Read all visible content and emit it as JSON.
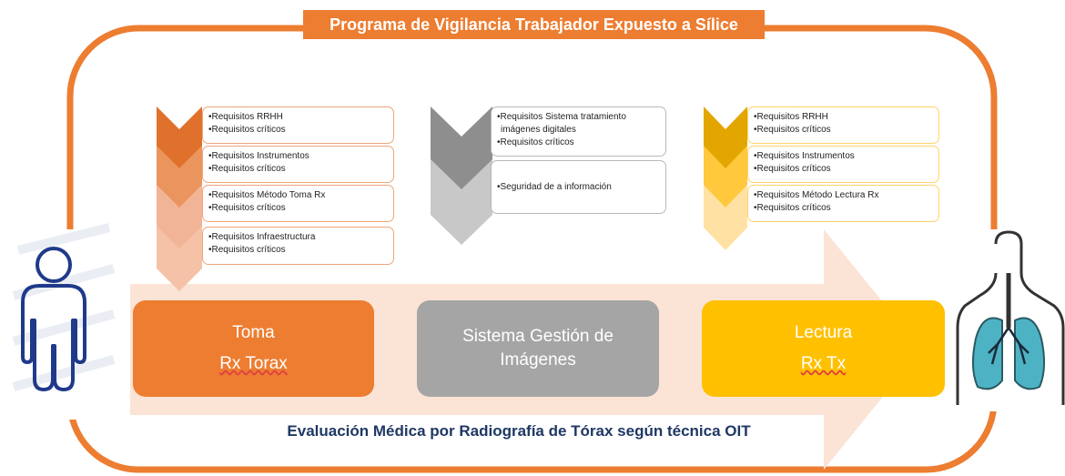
{
  "title": "Programa de Vigilancia Trabajador Expuesto a Sílice",
  "columns": [
    {
      "items": [
        {
          "line1": "•Requisitos RRHH",
          "line2": "•Requisitos críticos"
        },
        {
          "line1": "•Requisitos Instrumentos",
          "line2": "•Requisitos críticos"
        },
        {
          "line1": "•Requisitos Método Toma Rx",
          "line2": "•Requisitos críticos"
        },
        {
          "line1": "•Requisitos Infraestructura",
          "line2": "•Requisitos críticos"
        }
      ]
    },
    {
      "items": [
        {
          "line1": "•Requisitos Sistema tratamiento",
          "line2": "imágenes digitales",
          "line3": "•Requisitos críticos"
        },
        {
          "line1": "•Seguridad de a información"
        }
      ]
    },
    {
      "items": [
        {
          "line1": "•Requisitos RRHH",
          "line2": "•Requisitos críticos"
        },
        {
          "line1": "•Requisitos Instrumentos",
          "line2": "•Requisitos críticos"
        },
        {
          "line1": "•Requisitos Método Lectura Rx",
          "line2": "•Requisitos críticos"
        }
      ]
    }
  ],
  "process": {
    "toma": {
      "line1": "Toma",
      "line2": "Rx Torax"
    },
    "sistema": {
      "line1": "Sistema Gestión de",
      "line2": "Imágenes"
    },
    "lectura": {
      "line1": "Lectura",
      "line2": "Rx Tx"
    }
  },
  "footer": "Evaluación Médica por Radiografía de Tórax según técnica OIT",
  "colors": {
    "orange": "#ED7D31",
    "gray": "#A5A5A5",
    "gold": "#FFC000",
    "navy": "#1F3864",
    "arrow": "#FBE3D6"
  },
  "icons": [
    "person-outline-icon",
    "lungs-icon"
  ]
}
